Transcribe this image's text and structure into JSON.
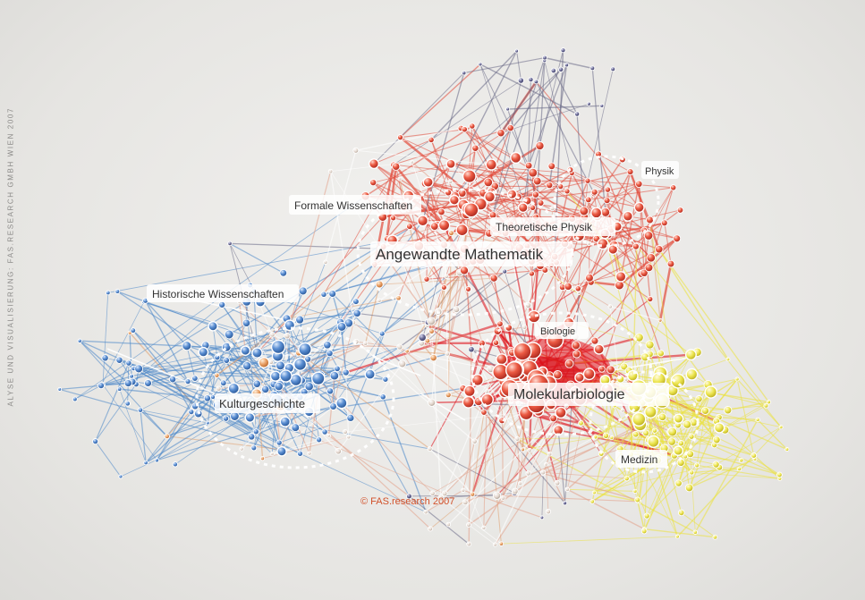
{
  "side_credit": "ALYSE UND VISUALISIERUNG: FAS.RESEARCH GMBH WIEN 2007",
  "copyright": "© FAS.research 2007",
  "colors": {
    "humanities": "#4a86c8",
    "math_physics": "#e24a3a",
    "molecular_biology": "#e01c24",
    "medicine": "#ebe23a",
    "misc": "#6a6a86"
  },
  "labels": {
    "formale": "Formale Wissenschaften",
    "physik": "Physik",
    "theoretische": "Theoretische Physik",
    "angewandte": "Angewandte Mathematik",
    "historische": "Historische Wissenschaften",
    "biologie": "Biologie",
    "molekular": "Molekularbiologie",
    "kultur": "Kulturgeschichte",
    "medizin": "Medizin"
  }
}
